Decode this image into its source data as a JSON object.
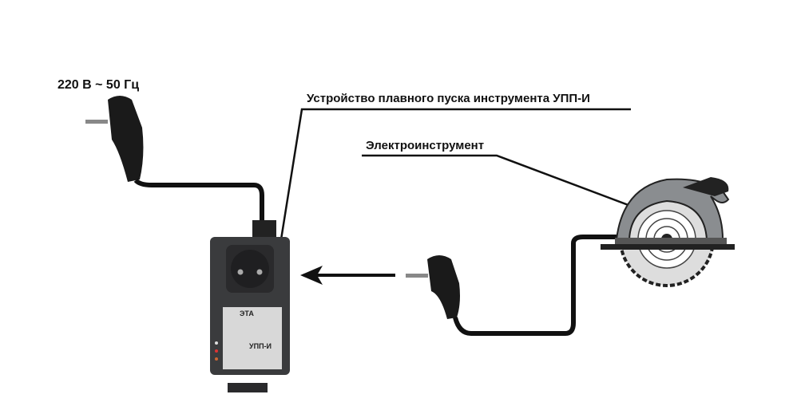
{
  "labels": {
    "power": "220 В ~ 50 Гц",
    "device": "Устройство плавного пуска инструмента УПП-И",
    "tool": "Электроинструмент"
  },
  "device_panel": {
    "logo": "ЭТА",
    "model": "УПП-И"
  },
  "colors": {
    "cable": "#111111",
    "device_body": "#3a3b3d",
    "panel": "#d8d8d8",
    "saw_guard": "#8a8d90"
  }
}
